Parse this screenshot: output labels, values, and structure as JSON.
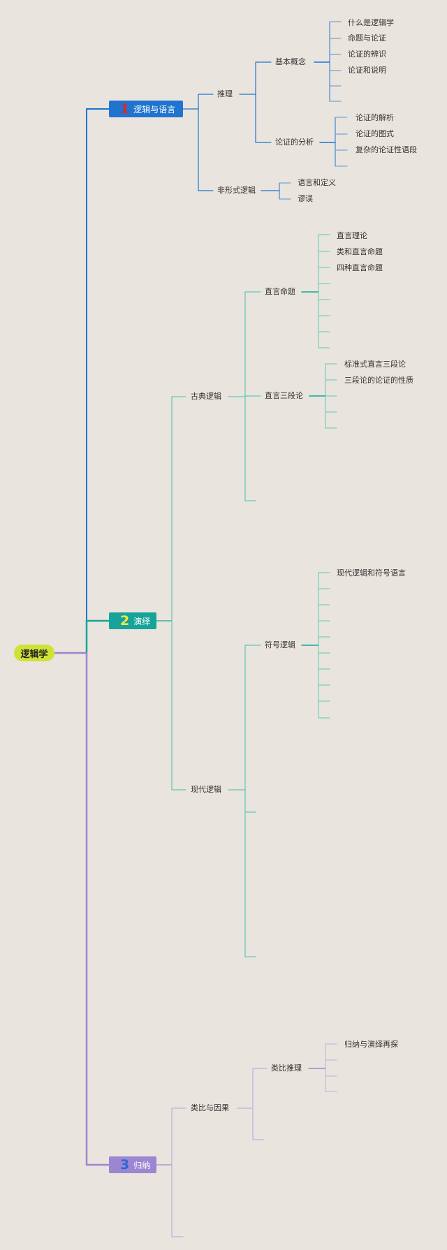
{
  "root": {
    "label": "逻辑学"
  },
  "colors": {
    "blue": "#1f74cf",
    "teal": "#16a39a",
    "purple": "#9b86d1",
    "root": "#cfe236"
  },
  "branch1": {
    "num": "1",
    "label": "逻辑与语言",
    "tuili": {
      "label": "推理",
      "jiben": {
        "label": "基本概念",
        "items": [
          "什么是逻辑学",
          "命题与论证",
          "论证的辨识",
          "论证和说明"
        ]
      },
      "fenxi": {
        "label": "论证的分析",
        "items": [
          "论证的解析",
          "论证的图式",
          "复杂的论证性语段"
        ]
      }
    },
    "feixingshi": {
      "label": "非形式逻辑",
      "items": [
        "语言和定义",
        "谬误"
      ]
    }
  },
  "branch2": {
    "num": "2",
    "label": "演绎",
    "gudian": {
      "label": "古典逻辑",
      "zhiyan": {
        "label": "直言命题",
        "items": [
          "直言理论",
          "类和直言命题",
          "四种直言命题"
        ]
      },
      "sanduan": {
        "label": "直言三段论",
        "items": [
          "标准式直言三段论",
          "三段论的论证的性质"
        ]
      }
    },
    "xiandai": {
      "label": "现代逻辑",
      "fuhao": {
        "label": "符号逻辑",
        "items": [
          "现代逻辑和符号语言"
        ]
      }
    }
  },
  "branch3": {
    "num": "3",
    "label": "归纳",
    "leibi": {
      "label": "类比与因果",
      "leibituili": {
        "label": "类比推理",
        "items": [
          "归纳与演绎再探"
        ]
      }
    }
  }
}
